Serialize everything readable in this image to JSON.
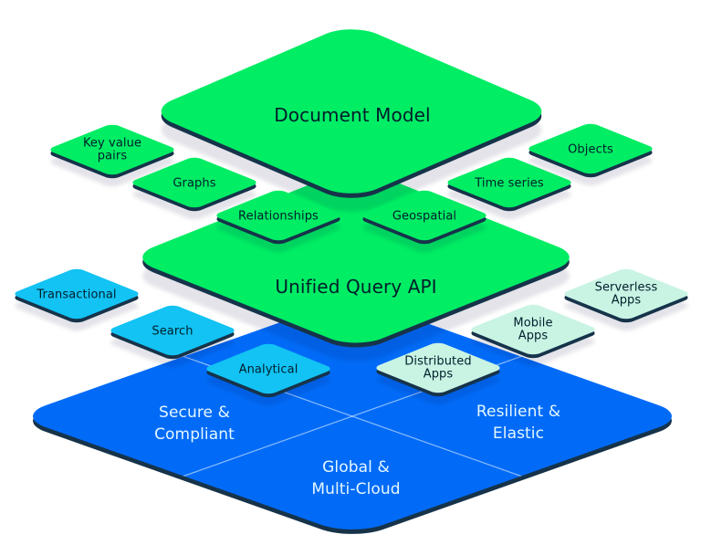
{
  "colors": {
    "green": "#00ED64",
    "blue": "#016BF8",
    "cyan": "#12C3F4",
    "mint": "#C9F4E4",
    "edge_navy": "#16334A",
    "text_dark": "#001E2B",
    "text_light": "#E6F7FF",
    "shadow": "rgba(0,30,43,0.11)",
    "grid_line": "rgba(255,255,255,0.55)"
  },
  "layers": {
    "document_model": {
      "title": "Document Model"
    },
    "unified_query_api": {
      "title": "Unified Query API"
    },
    "platform": {
      "secure": {
        "line1": "Secure &",
        "line2": "Compliant"
      },
      "resilient": {
        "line1": "Resilient &",
        "line2": "Elastic"
      },
      "global": {
        "line1": "Global &",
        "line2": "Multi-Cloud"
      }
    }
  },
  "model_nodes": {
    "key_value": {
      "line1": "Key value",
      "line2": "pairs"
    },
    "graphs": {
      "label": "Graphs"
    },
    "relationships": {
      "label": "Relationships"
    },
    "geospatial": {
      "label": "Geospatial"
    },
    "time_series": {
      "label": "Time series"
    },
    "objects": {
      "label": "Objects"
    }
  },
  "workload_nodes": {
    "transactional": {
      "label": "Transactional"
    },
    "search": {
      "label": "Search"
    },
    "analytical": {
      "label": "Analytical"
    }
  },
  "app_nodes": {
    "serverless": {
      "line1": "Serverless",
      "line2": "Apps"
    },
    "mobile": {
      "line1": "Mobile",
      "line2": "Apps"
    },
    "distributed": {
      "line1": "Distributed",
      "line2": "Apps"
    }
  }
}
